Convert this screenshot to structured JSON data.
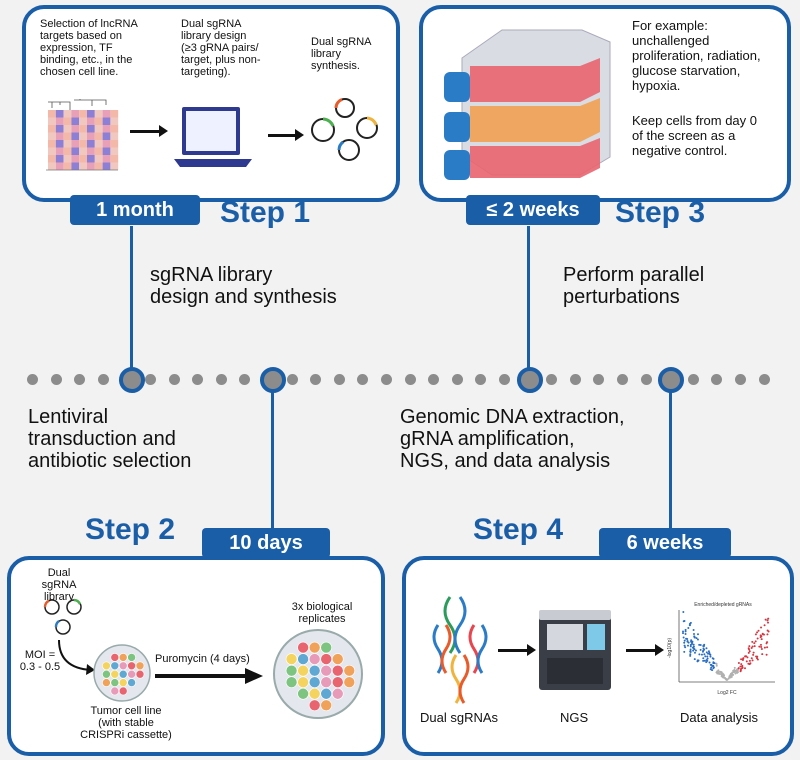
{
  "step1": {
    "title": "Step 1",
    "duration": "1 month",
    "desc_line1": "sgRNA library",
    "desc_line2": "design and synthesis",
    "col1": [
      "Selection of lncRNA",
      "targets based on",
      "expression, TF",
      "binding, etc., in the",
      "chosen cell line."
    ],
    "col2": [
      "Dual sgRNA",
      "library design",
      "(≥3 gRNA pairs/",
      "target, plus non-",
      "targeting)."
    ],
    "col3": [
      "Dual sgRNA",
      "library",
      "synthesis."
    ]
  },
  "step3": {
    "title": "Step 3",
    "duration": "≤ 2 weeks",
    "desc_line1": "Perform parallel",
    "desc_line2": "perturbations",
    "example": [
      "For example:",
      "unchallenged",
      "proliferation, radiation,",
      "glucose starvation,",
      "hypoxia."
    ],
    "control": [
      "Keep cells from day 0",
      "of the screen as a",
      "negative control."
    ]
  },
  "step2": {
    "title": "Step 2",
    "duration": "10 days",
    "desc_line1": "Lentiviral",
    "desc_line2": "transduction and",
    "desc_line3": "antibiotic selection",
    "library": [
      "Dual sgRNA",
      "library"
    ],
    "moi": [
      "MOI =",
      "0.3 - 0.5"
    ],
    "cell_line": [
      "Tumor cell line",
      "(with stable",
      "CRISPRi cassette)"
    ],
    "treatment": "Puromycin (4 days)",
    "replicates": [
      "3x biological",
      "replicates"
    ]
  },
  "step4": {
    "title": "Step 4",
    "duration": "6 weeks",
    "desc_line1": "Genomic DNA extraction,",
    "desc_line2": "gRNA amplification,",
    "desc_line3": "NGS, and data analysis",
    "label_sgrnas": "Dual sgRNAs",
    "label_ngs": "NGS",
    "label_analysis": "Data analysis",
    "plot_title": "Enriched/depleted gRNAs",
    "plot_xlabel": "Log2 FC",
    "plot_ylabel": "-log10(p)"
  },
  "colors": {
    "accent": "#1a5ea8",
    "timeline_dot": "#8c8c8c",
    "flask_red": "#e8646f",
    "flask_orange": "#f0a25a",
    "flask_cap": "#2a7cc7"
  }
}
